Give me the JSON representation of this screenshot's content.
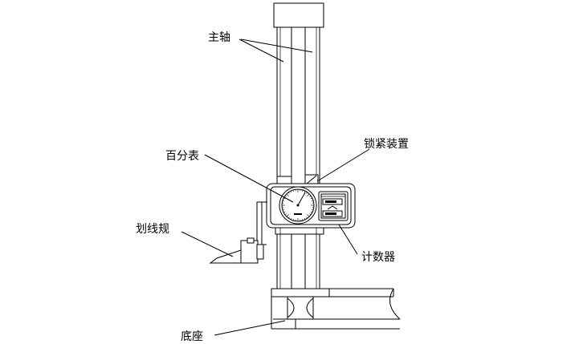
{
  "labels": {
    "main_shaft": "主轴",
    "dial_indicator": "百分表",
    "lock_device": "锁紧装置",
    "scriber": "划线规",
    "counter": "计数器",
    "base": "底座"
  }
}
